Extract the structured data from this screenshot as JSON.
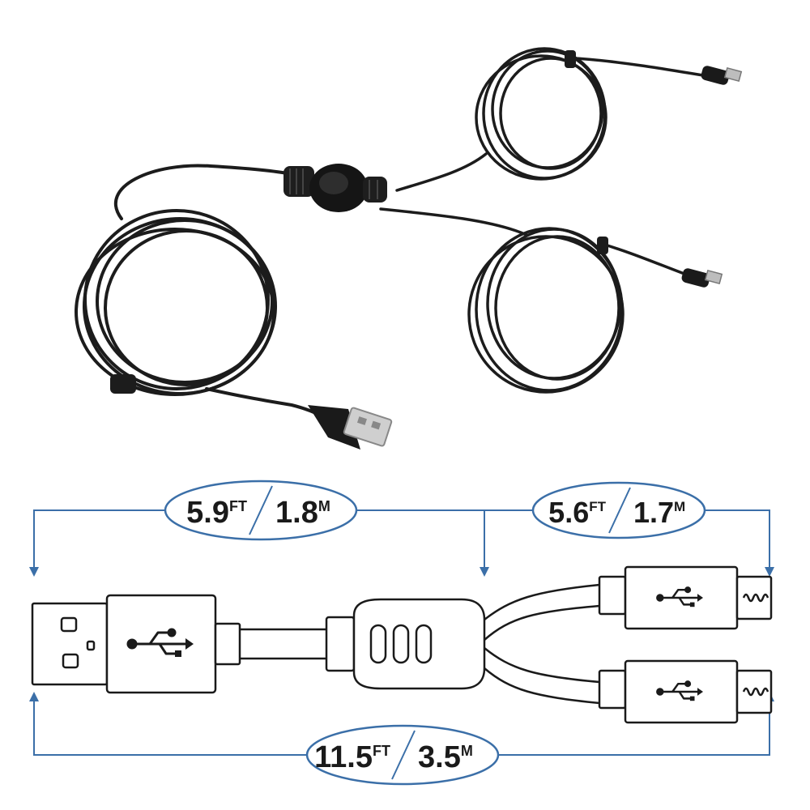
{
  "colors": {
    "background": "#ffffff",
    "cable": "#1c1c1c",
    "outline": "#1a1a1a",
    "accent": "#3b6fa8"
  },
  "icons": {
    "usb_symbol": "usb-icon"
  },
  "dimensions": {
    "main_cable": {
      "value_ft": "5.9",
      "unit_ft": "FT",
      "value_m": "1.8",
      "unit_m": "M"
    },
    "branch_cable": {
      "value_ft": "5.6",
      "unit_ft": "FT",
      "value_m": "1.7",
      "unit_m": "M"
    },
    "total_length": {
      "value_ft": "11.5",
      "unit_ft": "FT",
      "value_m": "3.5",
      "unit_m": "M"
    }
  }
}
